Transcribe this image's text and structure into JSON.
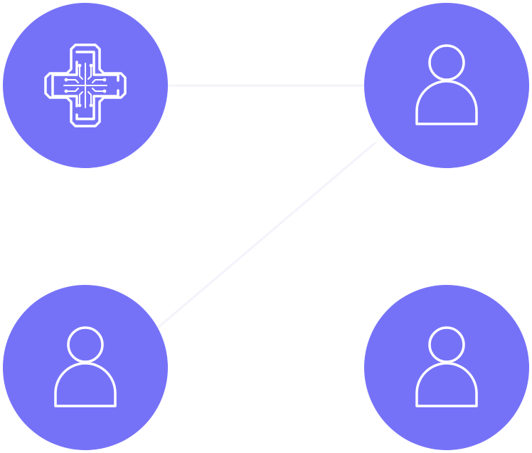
{
  "colors": {
    "node_fill": "#7672f8",
    "icon_stroke": "#ffffff",
    "connector": "#f3f3fb"
  },
  "nodes": [
    {
      "id": "node-hub",
      "icon": "medical-network-cross-icon"
    },
    {
      "id": "node-user1",
      "icon": "user-icon"
    },
    {
      "id": "node-user2",
      "icon": "user-icon"
    },
    {
      "id": "node-user3",
      "icon": "user-icon"
    }
  ],
  "edges": [
    {
      "from": "node-hub",
      "to": "node-user1"
    },
    {
      "from": "node-user1",
      "to": "node-user2"
    }
  ]
}
